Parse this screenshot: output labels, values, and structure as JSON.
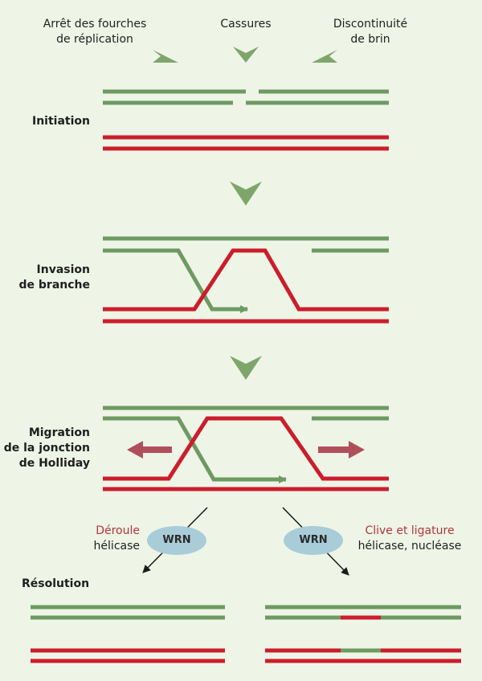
{
  "top": {
    "fork_arrest": [
      "Arrêt des fourches",
      "de réplication"
    ],
    "breaks": "Cassures",
    "strand_gap": [
      "Discontinuité",
      "de brin"
    ]
  },
  "steps": {
    "initiation": "Initiation",
    "invasion": [
      "Invasion",
      "de branche"
    ],
    "migration": [
      "Migration",
      "de la jonction",
      "de Holliday"
    ],
    "resolution": "Résolution"
  },
  "paths": {
    "left": {
      "action": "Déroule",
      "enzyme_type": "hélicase",
      "enzyme": "WRN"
    },
    "right": {
      "action": "Clive et ligature",
      "enzyme_type": "hélicase, nucléase",
      "enzyme": "WRN"
    }
  },
  "colors": {
    "green_strand": "#6e9a62",
    "red_strand": "#cc1d2c",
    "chevron": "#7ea66b",
    "migration_arrow": "#b04e5a",
    "wrn_ellipse": "#a8cdd8",
    "background": "#eef5e6"
  }
}
